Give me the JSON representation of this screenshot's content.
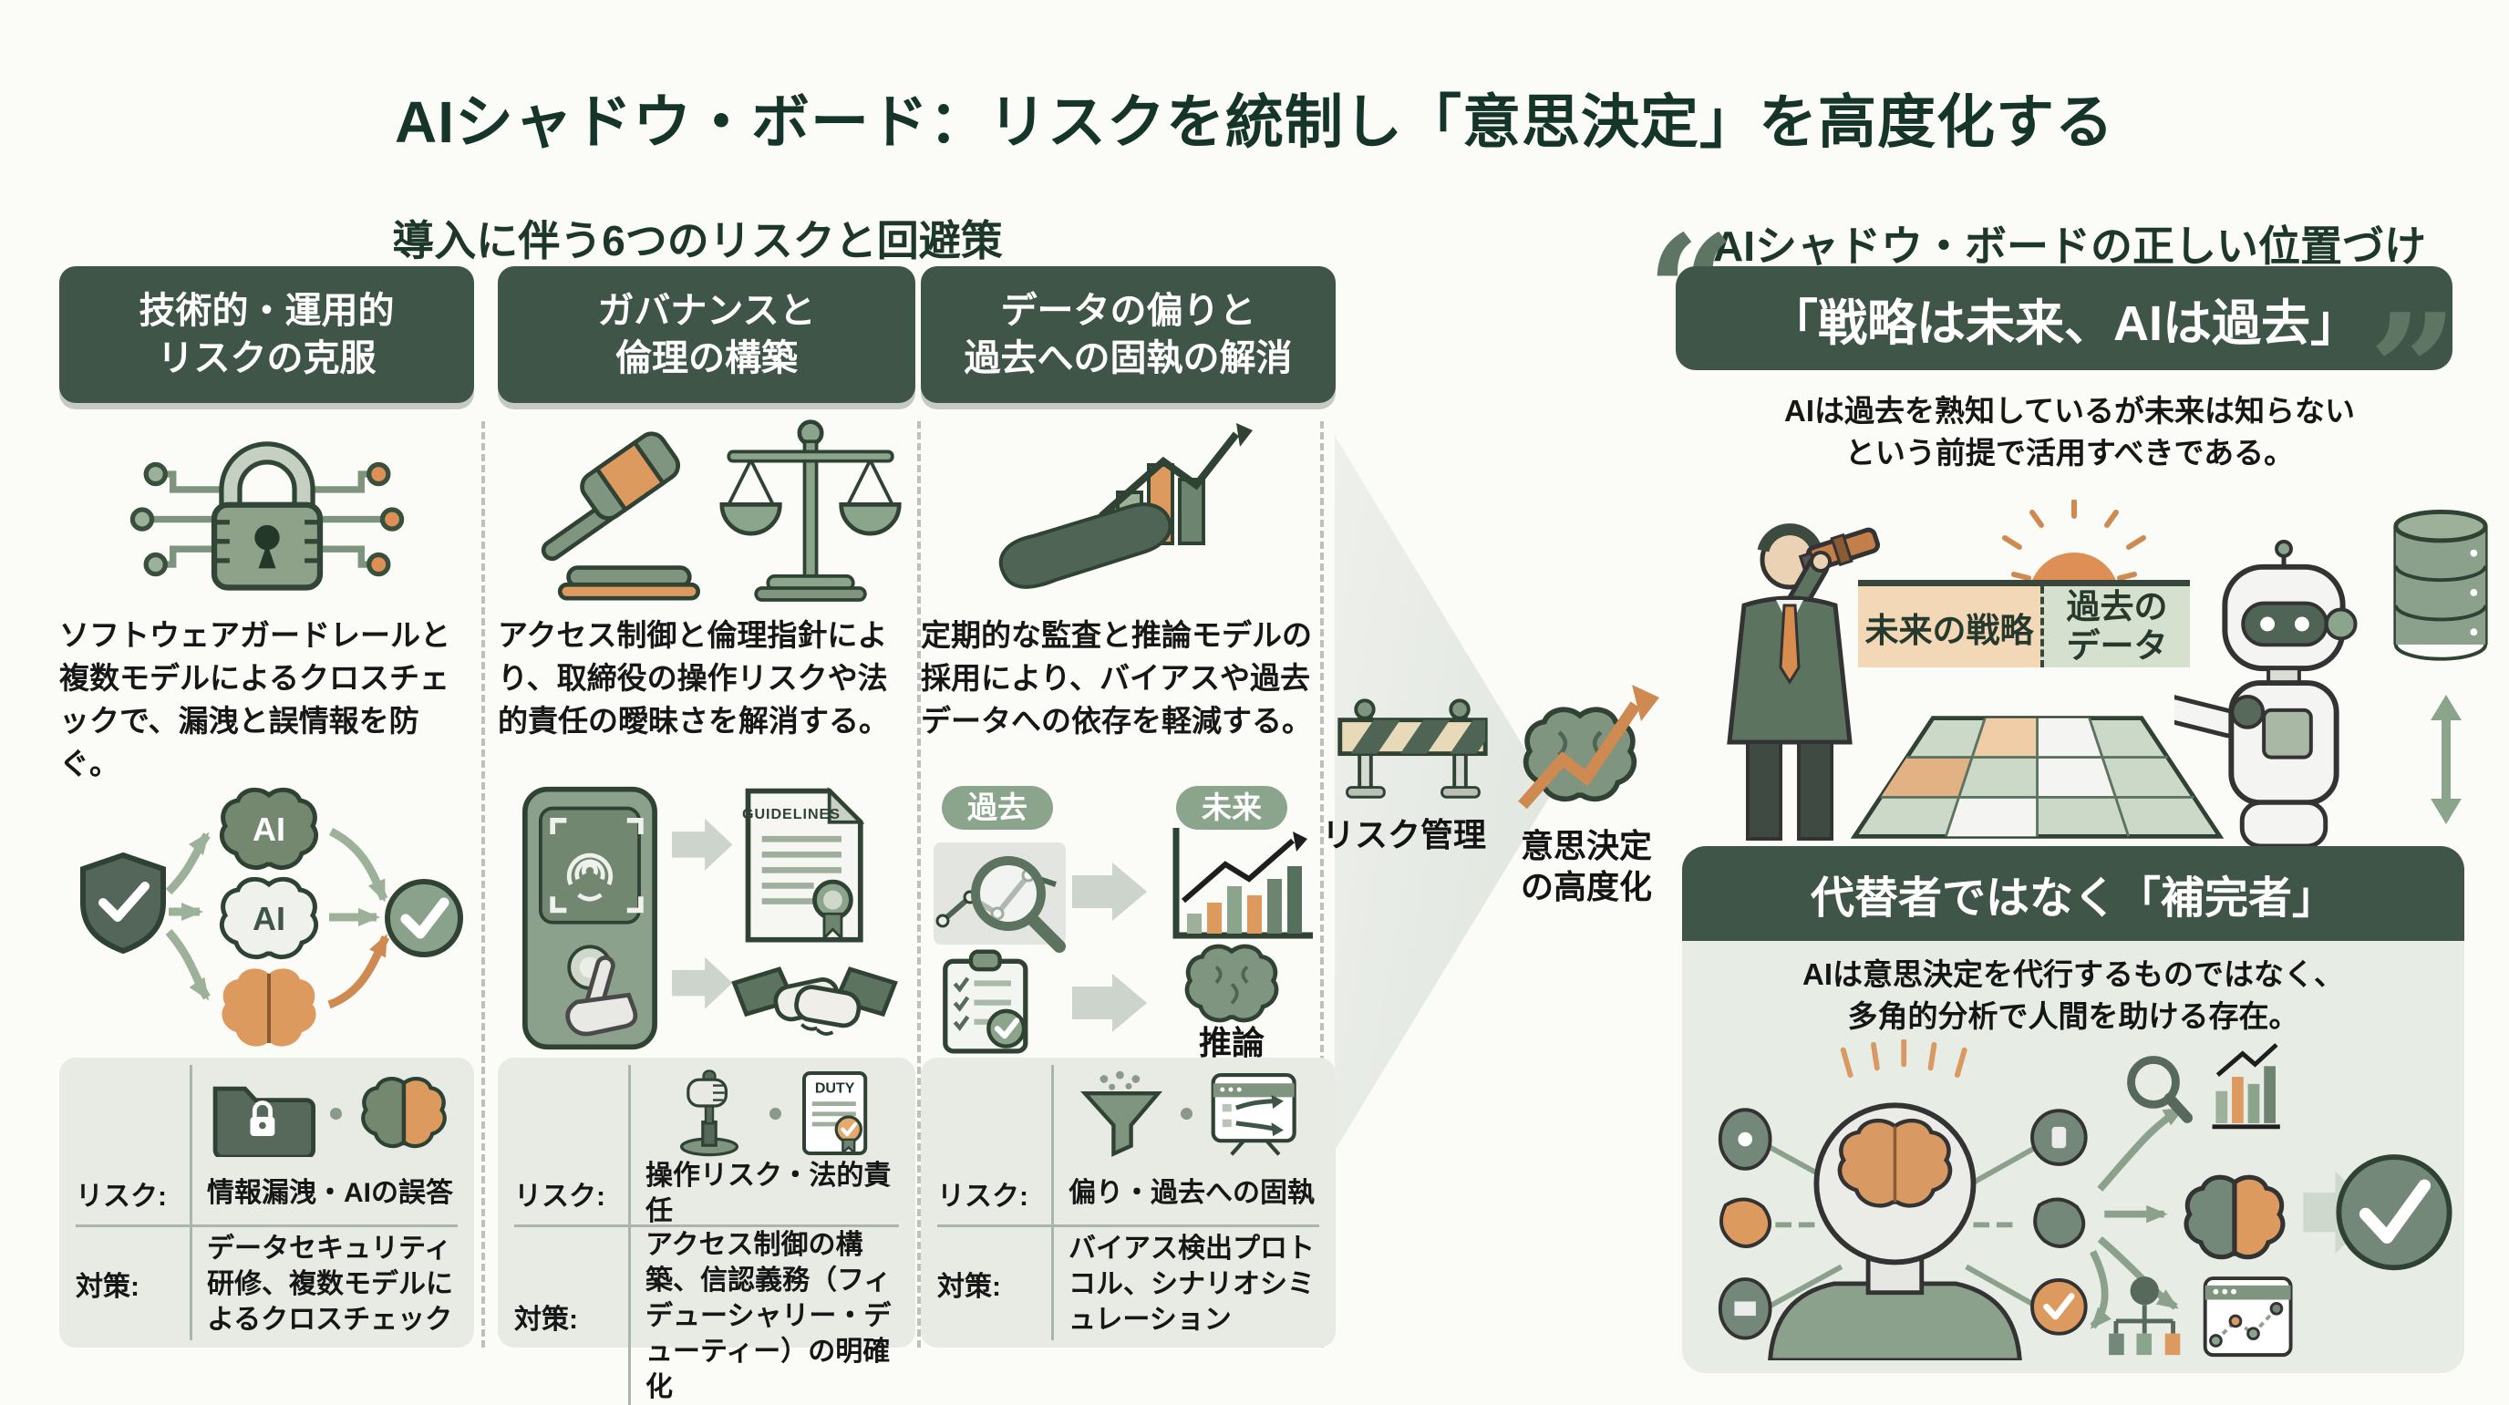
{
  "title": "AIシャドウ・ボード：リスクを統制し「意思決定」を高度化する",
  "left": {
    "subtitle": "導入に伴う6つのリスクと回避策",
    "columns": [
      {
        "header1": "技術的・運用的",
        "header2": "リスクの克服",
        "body": "ソフトウェアガードレールと複数モデルによるクロスチェックで、漏洩と誤情報を防ぐ。",
        "risk_label": "リスク:",
        "risk": "情報漏洩・AIの誤答",
        "measure_label": "対策:",
        "measure": "データセキュリティ研修、複数モデルによるクロスチェック",
        "ai_label": "AI"
      },
      {
        "header1": "ガバナンスと",
        "header2": "倫理の構築",
        "body": "アクセス制御と倫理指針により、取締役の操作リスクや法的責任の曖昧さを解消する。",
        "risk_label": "リスク:",
        "risk": "操作リスク・法的責任",
        "measure_label": "対策:",
        "measure": "アクセス制御の構築、信認義務（フィデューシャリー・デューティー）の明確化",
        "guidelines_doc_label": "GUIDELINES",
        "duty_doc_label": "DUTY"
      },
      {
        "header1": "データの偏りと",
        "header2": "過去への固執の解消",
        "body": "定期的な監査と推論モデルの採用により、バイアスや過去データへの依存を軽減する。",
        "risk_label": "リスク:",
        "risk": "偏り・過去への固執",
        "measure_label": "対策:",
        "measure": "バイアス検出プロトコル、シナリオシミュレーション",
        "past_pill": "過去",
        "future_pill": "未来",
        "inference_label": "推論"
      }
    ]
  },
  "middle": {
    "risk_management": "リスク管理",
    "decision1": "意思決定",
    "decision2": "の高度化"
  },
  "right": {
    "subtitle": "AIシャドウ・ボードの正しい位置づけ",
    "quote_open": "“",
    "quote": "「戦略は未来、AIは過去」",
    "quote_close": "”",
    "quote_sub1": "AIは過去を熟知しているが未来は知らない",
    "quote_sub2": "という前提で活用すべきである。",
    "banner_future": "未来の戦略",
    "banner_past1": "過去の",
    "banner_past2": "データ",
    "complement_header": "代替者ではなく「補完者」",
    "complement_body1": "AIは意思決定を代行するものではなく、",
    "complement_body2": "多角的分析で人間を助ける存在。"
  },
  "colors": {
    "dark_green": "#3f5547",
    "title_green": "#16352a",
    "sage": "#8ba58c",
    "light_box": "#e7ebe4",
    "orange": "#dd8f55",
    "banner_orange": "#f3d8b8",
    "banner_green": "#d5e0cf"
  }
}
